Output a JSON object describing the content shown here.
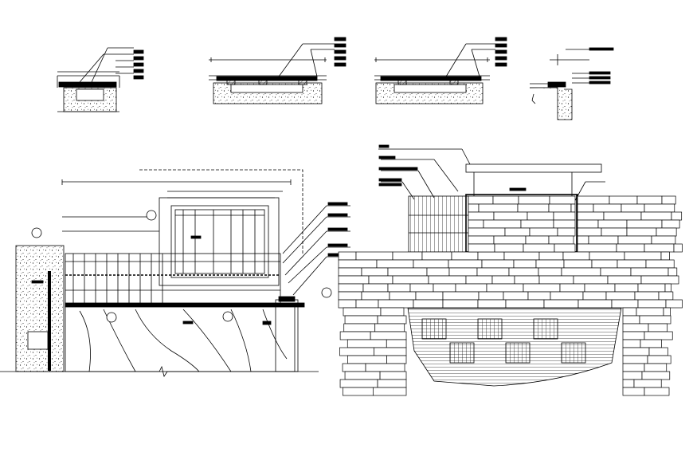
{
  "drawing": {
    "background": "#ffffff",
    "ink": "#000000",
    "sheet_type": "architectural elevation and section details",
    "details": [
      {
        "id": "detail-section-1",
        "kind": "section"
      },
      {
        "id": "detail-section-2",
        "kind": "section"
      },
      {
        "id": "detail-section-3",
        "kind": "section"
      },
      {
        "id": "detail-section-4",
        "kind": "corner-section"
      }
    ],
    "views": [
      {
        "id": "elevation-left",
        "kind": "elevation"
      },
      {
        "id": "elevation-right",
        "kind": "elevation"
      }
    ]
  }
}
